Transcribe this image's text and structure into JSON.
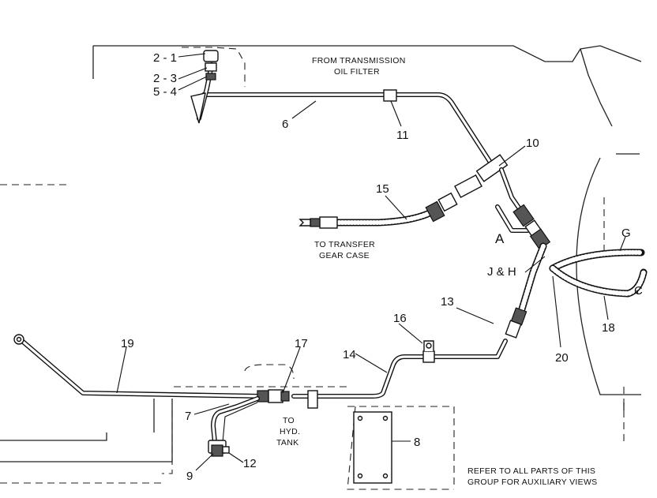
{
  "labels": {
    "p2_1": "2 - 1",
    "p2_3": "2 - 3",
    "p5_4": "5 - 4",
    "p6": "6",
    "p7": "7",
    "p8": "8",
    "p9": "9",
    "p10": "10",
    "p11": "11",
    "p12": "12",
    "p13": "13",
    "p14": "14",
    "p15": "15",
    "p16": "16",
    "p17": "17",
    "p18": "18",
    "p19": "19",
    "p20": "20",
    "view_a": "A",
    "jh": "J & H",
    "g": "G",
    "c": "C"
  },
  "notes": {
    "from_line1": "FROM TRANSMISSION",
    "from_line2": "OIL FILTER",
    "transfer_line1": "TO TRANSFER",
    "transfer_line2": "GEAR CASE",
    "hyd_line1": "TO",
    "hyd_line2": "HYD.",
    "hyd_line3": "TANK",
    "refer_line1": "REFER TO ALL PARTS OF THIS",
    "refer_line2": "GROUP FOR AUXILIARY VIEWS"
  }
}
